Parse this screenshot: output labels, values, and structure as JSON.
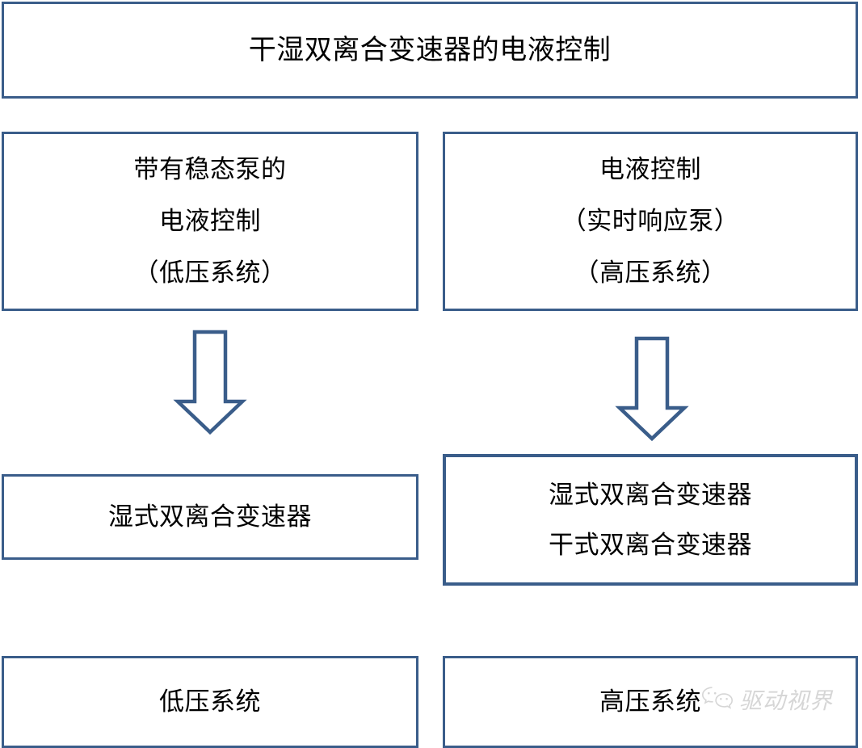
{
  "diagram": {
    "title": {
      "text": "干湿双离合变速器的电液控制"
    },
    "boxes": {
      "lowpressure_source": {
        "lines": [
          "带有稳态泵的",
          "电液控制",
          "（低压系统）"
        ]
      },
      "highpressure_source": {
        "lines": [
          "电液控制",
          "（实时响应泵）",
          "（高压系统）"
        ]
      },
      "wet_dct": {
        "lines": [
          "湿式双离合变速器"
        ]
      },
      "wet_dry_dct": {
        "lines": [
          "湿式双离合变速器",
          "干式双离合变速器"
        ]
      },
      "low_pressure_system": {
        "lines": [
          "低压系统"
        ]
      },
      "high_pressure_system": {
        "lines": [
          "高压系统"
        ]
      }
    },
    "arrows": [
      {
        "name": "arrow-low-pressure-down",
        "direction": "down"
      },
      {
        "name": "arrow-high-pressure-down",
        "direction": "down"
      }
    ],
    "watermark": {
      "text": "驱动视界",
      "icon": "wechat-icon"
    },
    "colors": {
      "border": "#3a5d8a",
      "arrow_stroke": "#3a5d8a",
      "text": "#000000",
      "background": "#ffffff",
      "watermark_text": "#9a9a9a"
    }
  }
}
